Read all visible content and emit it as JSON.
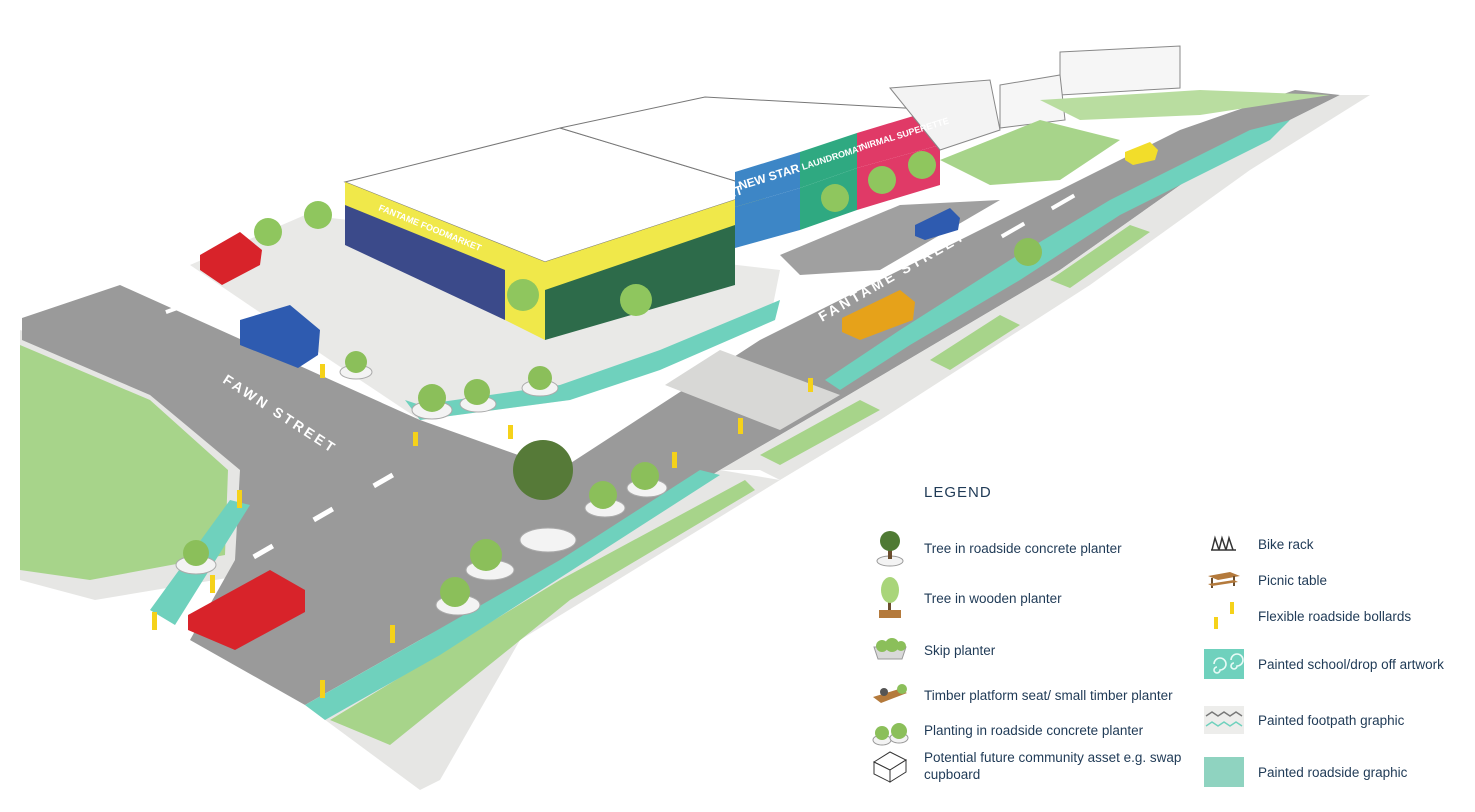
{
  "streets": {
    "fawn": "FAWN STREET",
    "fantame": "FANTAME STREET"
  },
  "shop_signs": {
    "foodmarket_facade": "FANTAME FOODMARKET",
    "foodmarket_mural": "FANTAME FOODMARKET",
    "new_star": "NEW STAR",
    "laundromat": "LAUNDROMAT",
    "superette": "NIRMAL SUPERETTE"
  },
  "legend": {
    "title": "LEGEND",
    "left_column": [
      {
        "icon": "tree-concrete-planter-icon",
        "label": "Tree in roadside concrete planter"
      },
      {
        "icon": "tree-wooden-planter-icon",
        "label": "Tree in wooden planter"
      },
      {
        "icon": "skip-planter-icon",
        "label": "Skip planter"
      },
      {
        "icon": "timber-seat-icon",
        "label": "Timber platform seat/ small timber planter"
      },
      {
        "icon": "concrete-planting-icon",
        "label": "Planting in roadside concrete planter"
      },
      {
        "icon": "swap-cupboard-icon",
        "label": "Potential future community asset e.g. swap cupboard"
      }
    ],
    "right_column": [
      {
        "icon": "bike-rack-icon",
        "label": "Bike rack"
      },
      {
        "icon": "picnic-table-icon",
        "label": "Picnic table"
      },
      {
        "icon": "bollard-icon",
        "label": "Flexible roadside bollards"
      },
      {
        "icon": "school-artwork-icon",
        "label": "Painted school/drop off artwork"
      },
      {
        "icon": "footpath-graphic-icon",
        "label": "Painted footpath graphic"
      },
      {
        "icon": "roadside-graphic-icon",
        "label": "Painted roadside graphic"
      }
    ]
  },
  "colors": {
    "road": "#9a9a9a",
    "footpath": "#e6e6e4",
    "grass": "#a7d48a",
    "teal_graphic": "#6fd1bd",
    "foodmarket_yellow": "#f0e84a",
    "new_star_blue": "#3d86c6",
    "laundromat_green": "#2fa981",
    "superette_pink": "#e03a67",
    "text": "#1f3a56"
  }
}
